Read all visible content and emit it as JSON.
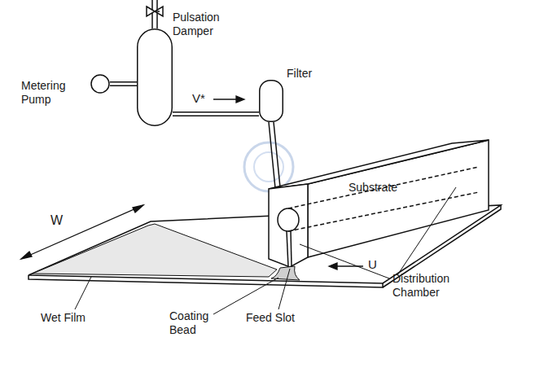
{
  "diagram": {
    "nodes": [
      {
        "text": [
          "Pulsation Damper"
        ]
      },
      {
        "text": [
          "Metering Pump"
        ]
      },
      {
        "text": [
          "Filter"
        ]
      }
    ],
    "edges": [
      {
        "from": 1,
        "to": 0,
        "arrow": "none"
      },
      {
        "from": 0,
        "to": 2,
        "label": "V*",
        "arrow": "none"
      }
    ],
    "labels": [
      "W",
      "Substrate",
      "Distribution Chamber",
      "U",
      "Wet Film",
      "Coating Bead",
      "Feed Slot"
    ]
  }
}
